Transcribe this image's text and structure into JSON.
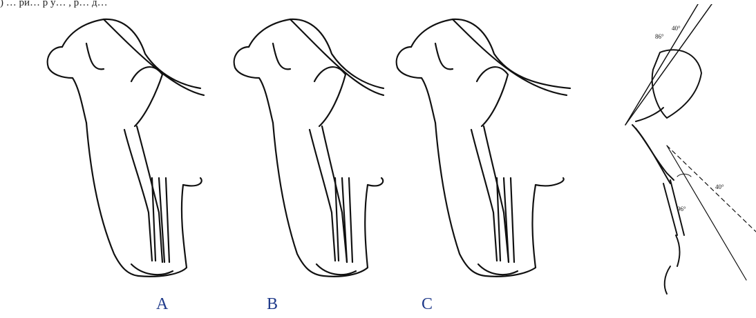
{
  "caption": ") … ри… р у… , р… д…",
  "labels": {
    "a": "A",
    "b": "B",
    "c": "C"
  },
  "angle_labels": {
    "a1": "86°",
    "a2": "40°",
    "a3": "40°",
    "a4": "96°"
  },
  "colors": {
    "line": "#111111",
    "label": "#1f3a8a"
  }
}
